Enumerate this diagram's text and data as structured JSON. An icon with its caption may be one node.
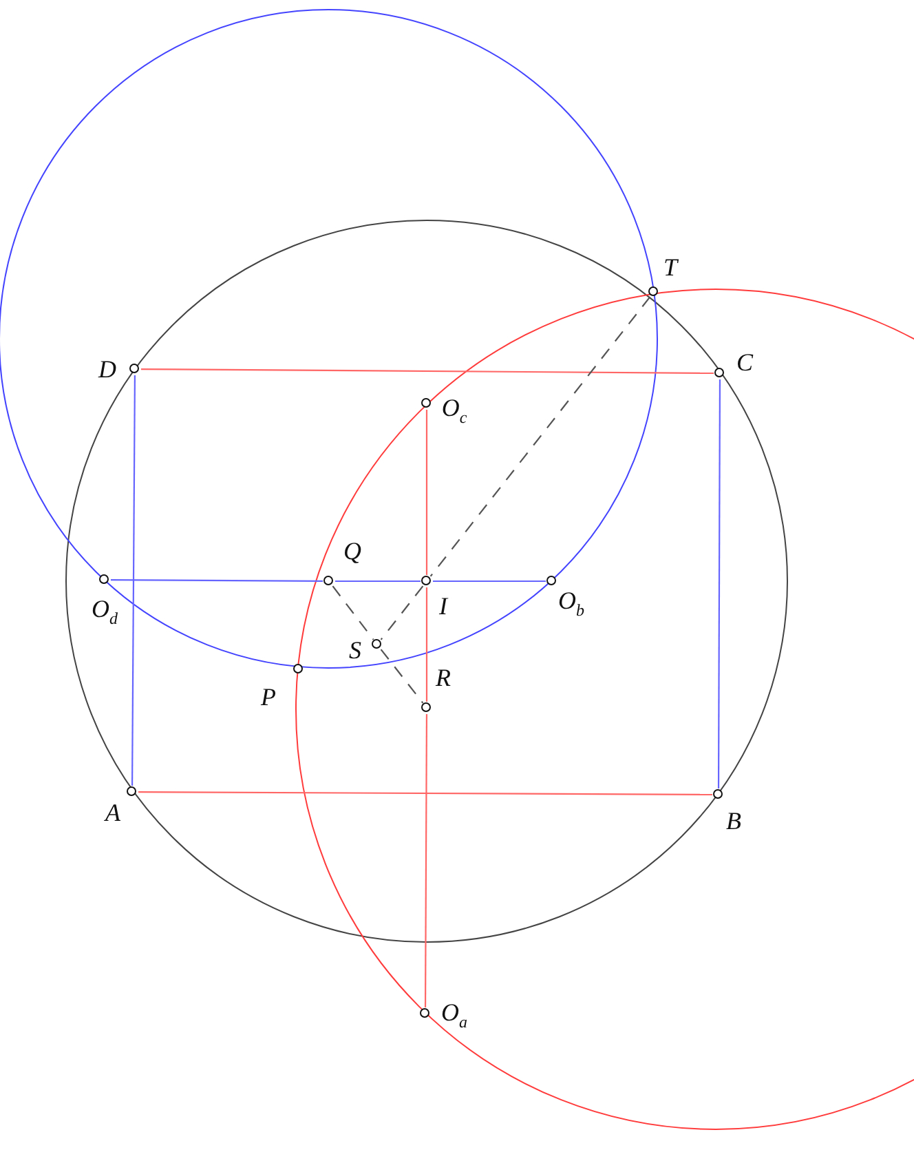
{
  "diagram": {
    "nodes": [
      {
        "text": [],
        "shape": "circle",
        "beside": [
          "T"
        ]
      },
      {
        "text": [],
        "shape": "circle",
        "beside": [
          "D"
        ]
      },
      {
        "text": [],
        "shape": "circle",
        "beside": [
          "C"
        ]
      },
      {
        "text": [],
        "shape": "circle",
        "beside": [
          "O$_{c}$"
        ]
      },
      {
        "text": [],
        "shape": "circle",
        "beside": [
          "Q"
        ]
      },
      {
        "text": [],
        "shape": "circle",
        "beside": [
          "O$_{d}$"
        ]
      },
      {
        "text": [],
        "shape": "circle",
        "beside": [
          "I"
        ]
      },
      {
        "text": [],
        "shape": "circle",
        "beside": [
          "O$_{b}$"
        ]
      },
      {
        "text": [],
        "shape": "circle",
        "beside": [
          "S"
        ]
      },
      {
        "text": [],
        "shape": "circle",
        "beside": [
          "R"
        ]
      },
      {
        "text": [],
        "shape": "circle",
        "beside": [
          "P"
        ]
      },
      {
        "text": [],
        "shape": "circle",
        "beside": [
          "A"
        ]
      },
      {
        "text": [],
        "shape": "circle",
        "beside": [
          "B"
        ]
      },
      {
        "text": [],
        "shape": "circle",
        "beside": [
          "O$_{a}$"
        ]
      }
    ],
    "edges": [
      {
        "from": 1,
        "to": 2,
        "arrow": "none",
        "color": "#ff6666"
      },
      {
        "from": 11,
        "to": 12,
        "arrow": "none",
        "color": "#ff6666"
      },
      {
        "from": 1,
        "to": 11,
        "arrow": "none",
        "color": "#6666ff"
      },
      {
        "from": 2,
        "to": 12,
        "arrow": "none",
        "color": "#6666ff"
      },
      {
        "from": 5,
        "to": 4,
        "arrow": "none",
        "color": "#6666ff"
      },
      {
        "from": 4,
        "to": 6,
        "arrow": "none",
        "color": "#6666ff"
      },
      {
        "from": 6,
        "to": 7,
        "arrow": "none",
        "color": "#6666ff"
      },
      {
        "from": 3,
        "to": 6,
        "arrow": "none",
        "color": "#ff6666"
      },
      {
        "from": 6,
        "to": 9,
        "arrow": "none",
        "color": "#ff6666"
      },
      {
        "from": 9,
        "to": 13,
        "arrow": "none",
        "color": "#ff6666"
      },
      {
        "from": 0,
        "to": 6,
        "arrow": "none",
        "style": "dashed",
        "color": "#555555"
      },
      {
        "from": 6,
        "to": 8,
        "arrow": "none",
        "style": "dashed",
        "color": "#555555"
      },
      {
        "from": 4,
        "to": 8,
        "arrow": "none",
        "style": "dashed",
        "color": "#555555"
      },
      {
        "from": 8,
        "to": 9,
        "arrow": "none",
        "style": "dashed",
        "color": "#555555"
      }
    ]
  }
}
